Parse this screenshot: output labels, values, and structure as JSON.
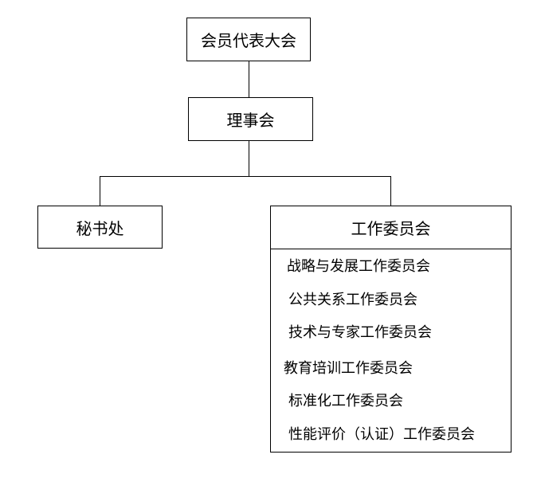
{
  "org_chart": {
    "root": {
      "label": "会员代表大会"
    },
    "council": {
      "label": "理事会"
    },
    "secretariat": {
      "label": "秘书处"
    },
    "committees": {
      "label": "工作委员会",
      "items": [
        "战略与发展工作委员会",
        "公共关系工作委员会",
        "技术与专家工作委员会",
        "教育培训工作委员会",
        "标准化工作委员会",
        "性能评价（认证）工作委员会"
      ]
    }
  }
}
